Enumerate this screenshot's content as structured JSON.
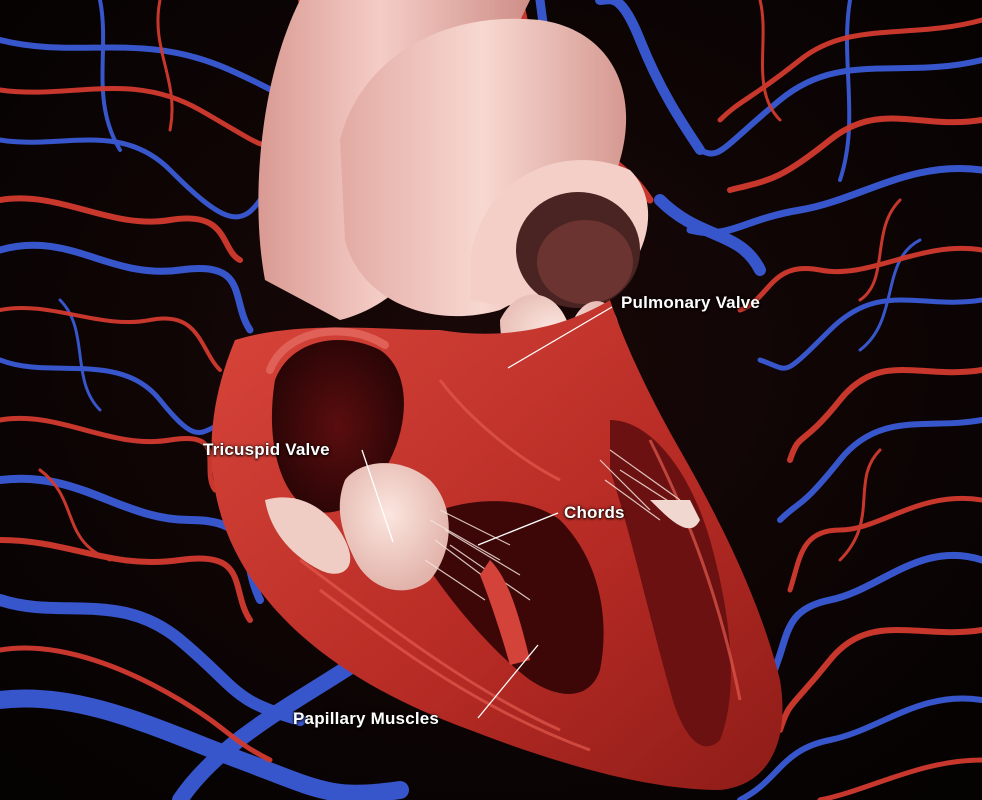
{
  "scene": {
    "background_color": "#0b0505",
    "vein_color": "#3b5bd6",
    "artery_color": "#d23a2f",
    "heart_outer_color": "#e9b4ad",
    "myocardium_color": "#c8332b",
    "chamber_color": "#3a0708",
    "valve_tissue_color": "#f1d4cc"
  },
  "labels": {
    "pulmonary_valve": "Pulmonary Valve",
    "tricuspid_valve": "Tricuspid Valve",
    "chords": "Chords",
    "papillary_muscles": "Papillary Muscles"
  }
}
